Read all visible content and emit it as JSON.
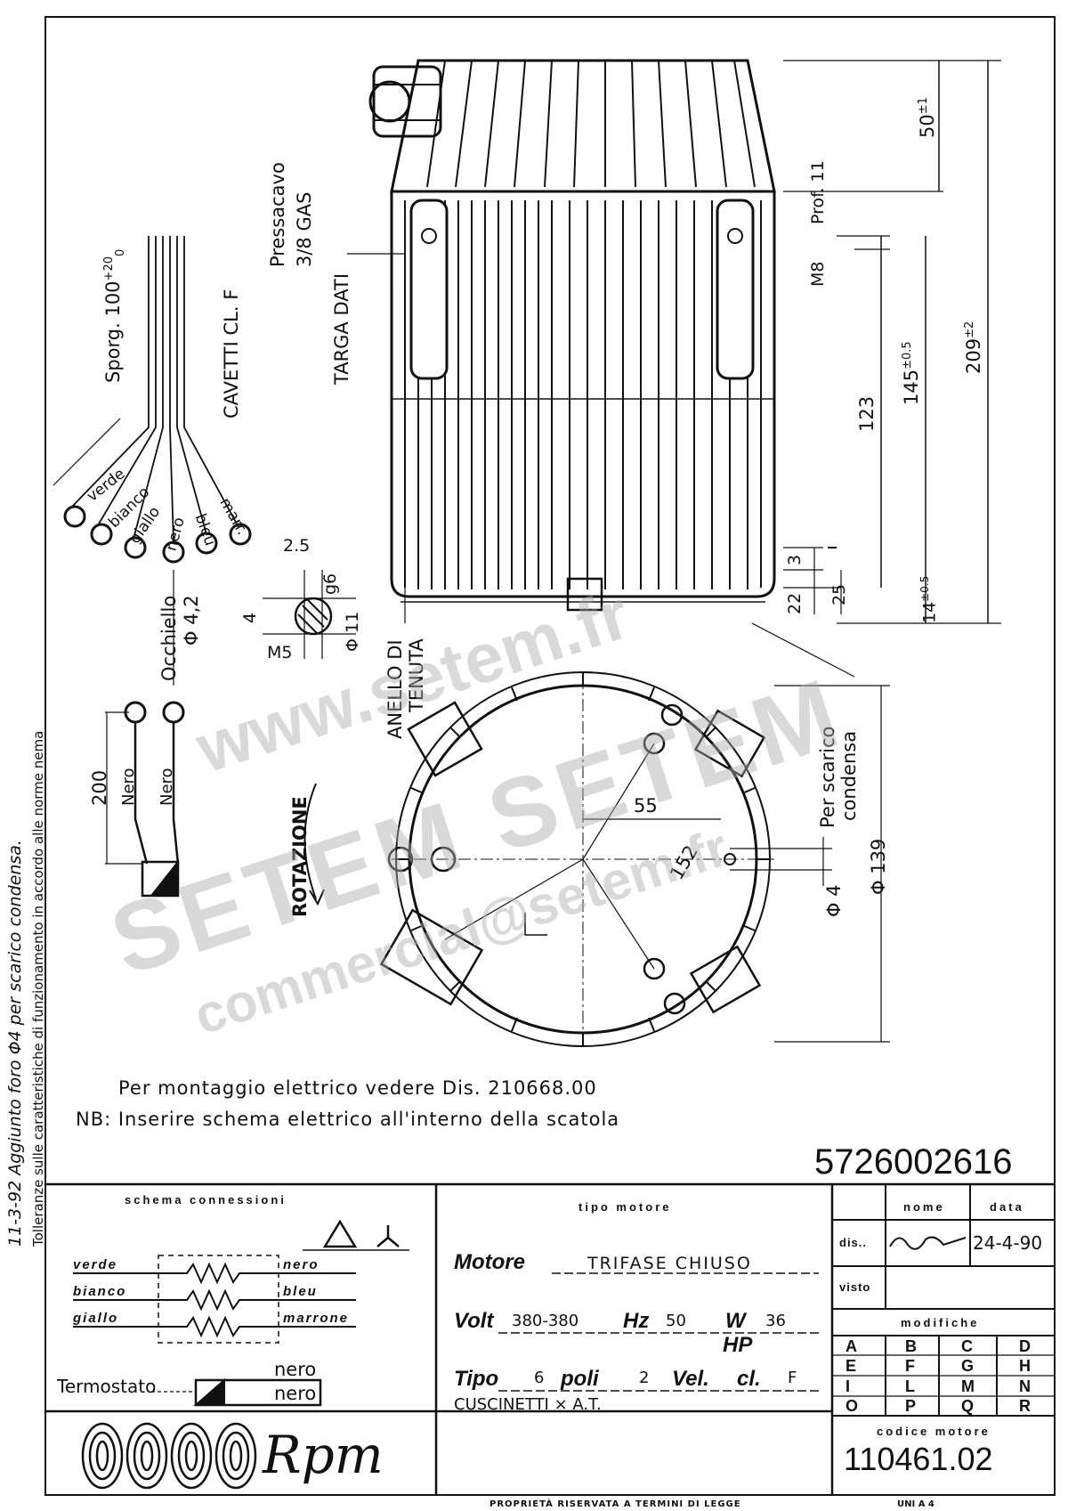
{
  "margin_notes": {
    "revision_note": "11-3-92 Aggiunto foro Φ4 per scarico condensa.",
    "tolerance_note": "Tolleranze sulle caratteristiche di funzionamento in accordo alle norme nema"
  },
  "drawing": {
    "cable_labels": {
      "sporg": "Sporg. 100",
      "sporg_tol": "+20",
      "sporg_tol2": "0",
      "cavetti": "CAVETTI CL. F",
      "wires": [
        "verde",
        "bianco",
        "giallo",
        "nero",
        "bleu",
        "marr."
      ],
      "occhiello": "Occhiello",
      "occhiello_dim": "Φ 4,2",
      "len_200": "200",
      "nero_1": "Nero",
      "nero_2": "Nero"
    },
    "small_detail": {
      "d25": "2.5",
      "g6": "g6",
      "d4": "4",
      "d11": "Φ 11",
      "m5": "M5"
    },
    "motor_labels": {
      "pressacavo": "Pressacavo",
      "gas": "3/8 GAS",
      "targa": "TARGA DATI",
      "prof": "Prof. 11",
      "m8": "M8",
      "anello": "ANELLO DI",
      "tenuta": "TENUTA",
      "scarico": "Per scarico",
      "condensa": "condensa",
      "rotazione": "ROTAZIONE"
    },
    "dimensions": {
      "d50": "50",
      "d50_tol": "±1",
      "d209": "209",
      "d209_tol": "±2",
      "d145": "145",
      "d145_tol": "±0.5",
      "d123": "123",
      "d3": "3",
      "d22": "22",
      "d25": "25",
      "d14": "14",
      "d14_tol": "±0.5",
      "d55": "55",
      "d152": "152",
      "d139": "Φ 139",
      "d4": "Φ 4"
    },
    "notes": [
      "Per montaggio elettrico vedere Dis. 210668.00",
      "NB: Inserire   schema   elettrico   all'interno   della   scatola"
    ],
    "drawing_number": "5726002616"
  },
  "title_block": {
    "schema": {
      "heading": "schema   connessioni",
      "left_labels": [
        "verde",
        "bianco",
        "giallo"
      ],
      "right_labels": [
        "nero",
        "bleu",
        "marrone"
      ],
      "termostato": "Termostato",
      "termo_nero_1": "nero",
      "termo_nero_2": "nero"
    },
    "tipo": {
      "heading": "tipo   motore",
      "motore_label": "Motore",
      "motore_value": "TRIFASE  CHIUSO",
      "volt_label": "Volt",
      "volt_value": "380-380",
      "hz_label": "Hz",
      "hz_value": "50",
      "w_label": "W",
      "w_value": "36",
      "hp_label": "HP",
      "tipo_label": "Tipo",
      "tipo_value": "6",
      "poli_label": "poli",
      "poli_value": "2",
      "vel_label": "Vel.",
      "cl_label": "cl.",
      "cl_value": "F",
      "cuscinetti": "CUSCINETTI × A.T."
    },
    "approval": {
      "nome": "nome",
      "data": "data",
      "dis": "dis..",
      "date_value": "24-4-90",
      "visto": "visto",
      "modifiche": "modifiche",
      "letters": [
        "A",
        "B",
        "C",
        "D",
        "E",
        "F",
        "G",
        "H",
        "I",
        "L",
        "M",
        "N",
        "O",
        "P",
        "Q",
        "R"
      ],
      "codice": "codice  motore",
      "codice_value": "110461.02"
    },
    "logo_text": "Rpm",
    "footer": "PROPRIETÀ RISERVATA A TERMINI DI LEGGE",
    "uni": "UNI A 4"
  },
  "watermark": {
    "line1": "www.setem.fr",
    "line2": "SETEM  SETEM",
    "line3": "commercial@setem.fr"
  }
}
